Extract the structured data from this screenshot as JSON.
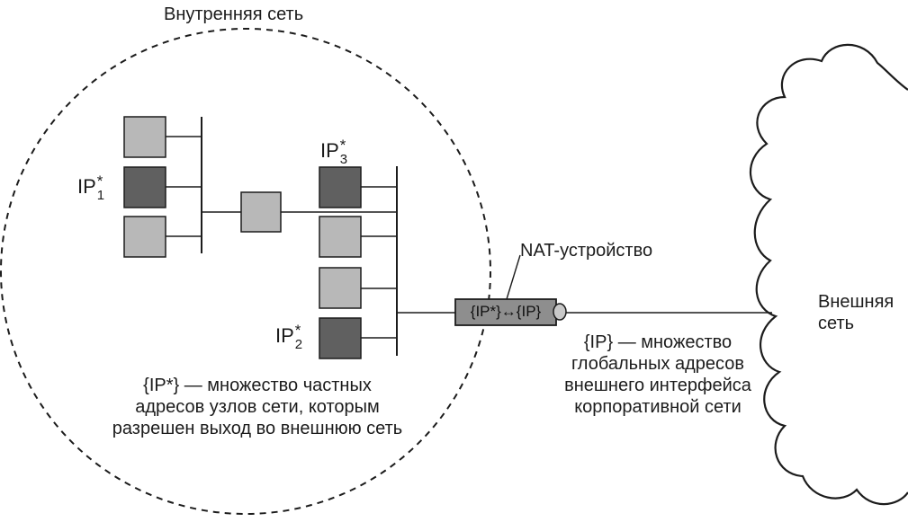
{
  "inner_network": {
    "title": "Внутренняя сеть",
    "ip_labels": [
      {
        "base": "IP",
        "star": "*",
        "index": "1"
      },
      {
        "base": "IP",
        "star": "*",
        "index": "3"
      },
      {
        "base": "IP",
        "star": "*",
        "index": "2"
      }
    ],
    "caption": [
      "{IP*} — множество частных",
      "адресов узлов сети, которым",
      "разрешен выход во внешнюю сеть"
    ]
  },
  "nat": {
    "label": "NAT-устройство",
    "box_text": "{IP*}↔{IP}"
  },
  "external": {
    "cloud_label": [
      "Внешняя",
      "сеть"
    ],
    "caption": [
      "{IP} — множество",
      "глобальных адресов",
      "внешнего интерфейса",
      "корпоративной сети"
    ]
  },
  "colors": {
    "host_light": "#b8b8b8",
    "host_dark": "#606060",
    "nat_box": "#8e8e8e",
    "line": "#1c1c1c"
  }
}
